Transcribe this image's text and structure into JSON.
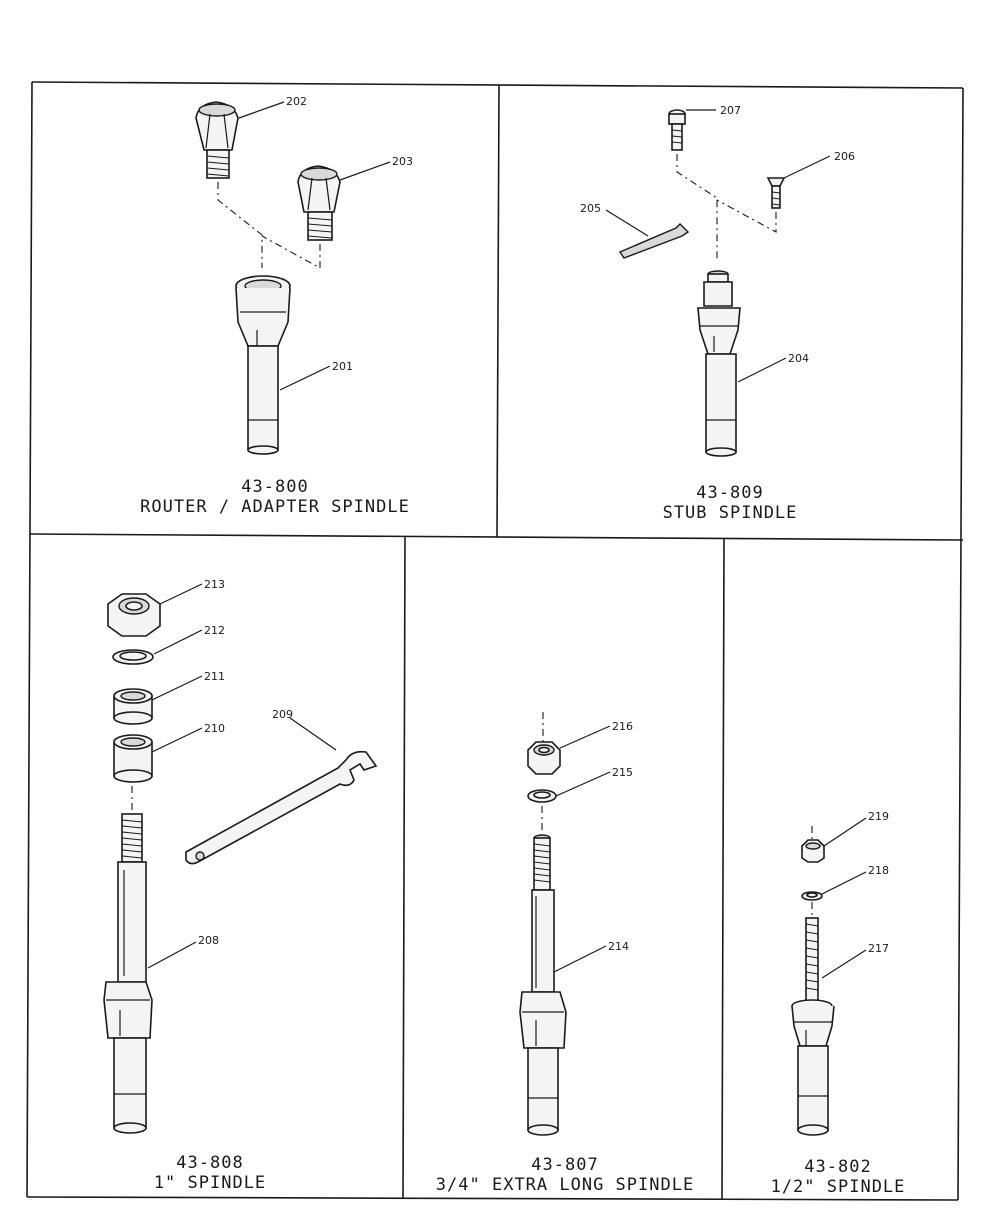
{
  "panels": [
    {
      "id": "43-800",
      "number": "43-800",
      "name": "ROUTER / ADAPTER SPINDLE"
    },
    {
      "id": "43-809",
      "number": "43-809",
      "name": "STUB SPINDLE"
    },
    {
      "id": "43-808",
      "number": "43-808",
      "name": "1\" SPINDLE"
    },
    {
      "id": "43-807",
      "number": "43-807",
      "name": "3/4\" EXTRA LONG SPINDLE"
    },
    {
      "id": "43-802",
      "number": "43-802",
      "name": "1/2\" SPINDLE"
    }
  ],
  "callouts": {
    "c201": "201",
    "c202": "202",
    "c203": "203",
    "c204": "204",
    "c205": "205",
    "c206": "206",
    "c207": "207",
    "c208": "208",
    "c209": "209",
    "c210": "210",
    "c211": "211",
    "c212": "212",
    "c213": "213",
    "c214": "214",
    "c215": "215",
    "c216": "216",
    "c217": "217",
    "c218": "218",
    "c219": "219"
  }
}
